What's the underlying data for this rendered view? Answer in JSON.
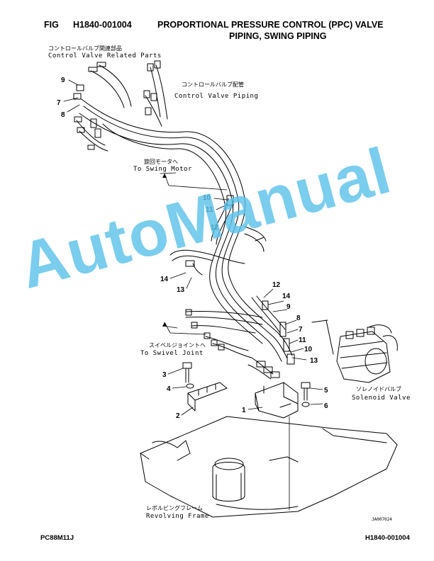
{
  "header": {
    "fig_label": "FIG",
    "fig_number": "H1840-001004",
    "title_line1": "PROPORTIONAL PRESSURE CONTROL (PPC) VALVE",
    "title_line2": "PIPING, SWING PIPING"
  },
  "labels": {
    "control_valve_parts_jp": "コントロールバルブ関連部品",
    "control_valve_parts_en": "Control Valve Related Parts",
    "control_valve_piping_jp": "コントロールバルブ配管",
    "control_valve_piping_en": "Control Valve Piping",
    "swing_motor_jp": "旋回モータへ",
    "swing_motor_en": "To Swing Motor",
    "swivel_joint_jp": "スイベルジョイントへ",
    "swivel_joint_en": "To Swivel Joint",
    "solenoid_valve_jp": "ソレノイドバルブ",
    "solenoid_valve_en": "Solenoid Valve",
    "revolving_frame_jp": "レボルビングフレーム",
    "revolving_frame_en": "Revolving Frame",
    "drawing_ref": "JA007024"
  },
  "callouts": {
    "c9a": "9",
    "c7a": "7",
    "c8a": "8",
    "c10a": "10",
    "c11a": "11",
    "c12a": "12",
    "c14a": "14",
    "c13a": "13",
    "c12b": "12",
    "c14b": "14",
    "c9b": "9",
    "c8b": "8",
    "c7b": "7",
    "c11b": "11",
    "c10b": "10",
    "c13b": "13",
    "c3": "3",
    "c4": "4",
    "c2": "2",
    "c1": "1",
    "c5": "5",
    "c6": "6"
  },
  "watermark": "AutoManual",
  "footer": {
    "model": "PC88M11J",
    "code": "H1840-001004"
  },
  "colors": {
    "watermark": "#5ec3ea",
    "line": "#000000"
  }
}
